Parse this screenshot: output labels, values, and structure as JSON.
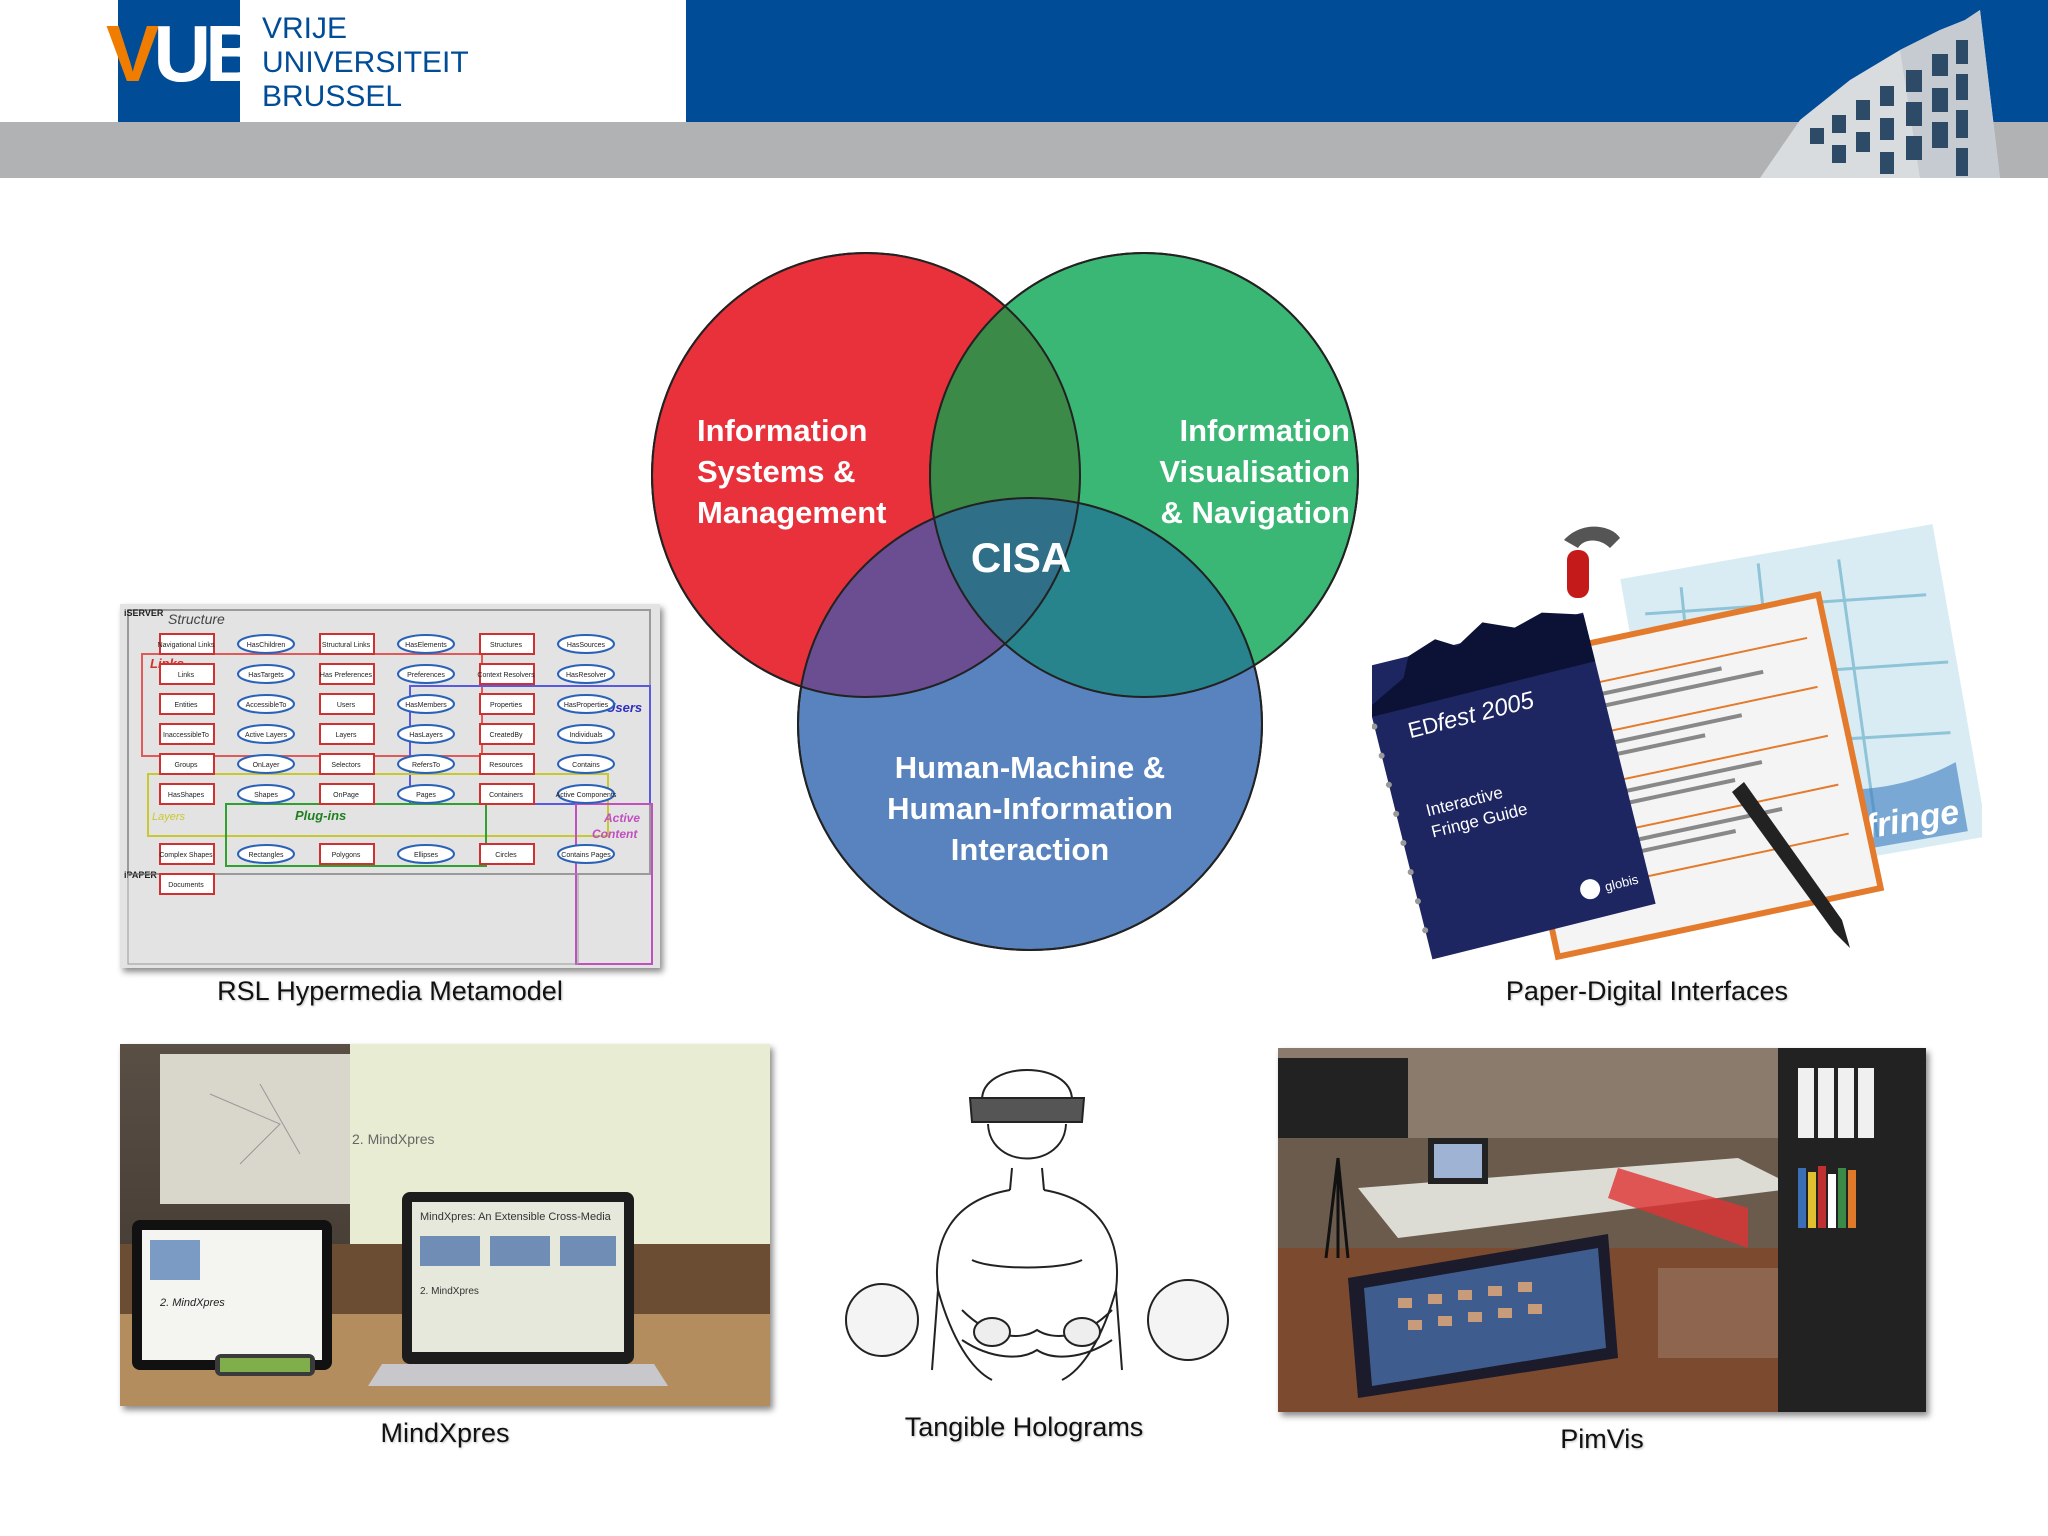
{
  "header": {
    "logo_letters": "VUB",
    "logo_line1": "VRIJE",
    "logo_line2": "UNIVERSITEIT",
    "logo_line3": "BRUSSEL"
  },
  "venn": {
    "center_label": "CISA",
    "circles": [
      {
        "lines": [
          "Information",
          "Systems &",
          "Management"
        ],
        "color": "#e8313a"
      },
      {
        "lines": [
          "Information",
          "Visualisation",
          "& Navigation"
        ],
        "color": "#2fb36d"
      },
      {
        "lines": [
          "Human-Machine &",
          "Human-Information",
          "Interaction"
        ],
        "color": "#4a78b8"
      }
    ]
  },
  "metamodel": {
    "structure": "Structure",
    "iserver": "iSERVER",
    "links_group": "Links",
    "users_group": "Users",
    "plugins_group": "Plug-ins",
    "layers_group": "Layers",
    "active_content_l1": "Active",
    "active_content_l2": "Content",
    "ipaper": "iPAPER",
    "nodes": [
      "Navigational Links",
      "HasChildren",
      "Structural Links",
      "HasElements",
      "Structures",
      "HasSources",
      "Links",
      "HasTargets",
      "Has Preferences",
      "Preferences",
      "Context Resolvers",
      "HasResolver",
      "Entities",
      "AccessibleTo",
      "Users",
      "HasMembers",
      "Properties",
      "HasProperties",
      "InaccessibleTo",
      "Active Layers",
      "Layers",
      "HasLayers",
      "CreatedBy",
      "Individuals",
      "Groups",
      "OnLayer",
      "Selectors",
      "RefersTo",
      "Resources",
      "Contains",
      "HasShapes",
      "Shapes",
      "OnPage",
      "Pages",
      "Containers",
      "Active Components",
      "Complex Shapes",
      "Rectangles",
      "Polygons",
      "Ellipses",
      "Circles",
      "Contains Pages",
      "Documents"
    ]
  },
  "booklet": {
    "title_ed": "ED",
    "title_fest": "fest 2005",
    "subtitle_l1": "Interactive",
    "subtitle_l2": "Fringe Guide",
    "brand": "globis",
    "map_brand": "fringe"
  },
  "screens": {
    "projected": "2. MindXpres",
    "tablet": "2. MindXpres",
    "laptop_title": "MindXpres: An Extensible Cross-Media",
    "laptop_sub": "2. MindXpres"
  },
  "captions": {
    "metamodel": "RSL Hypermedia Metamodel",
    "paper": "Paper-Digital Interfaces",
    "mindxpres": "MindXpres",
    "holograms": "Tangible Holograms",
    "pimvis": "PimVis"
  },
  "colors": {
    "vub_blue": "#004c97",
    "vub_orange": "#f07c00",
    "band_gray": "#b1b2b4"
  }
}
